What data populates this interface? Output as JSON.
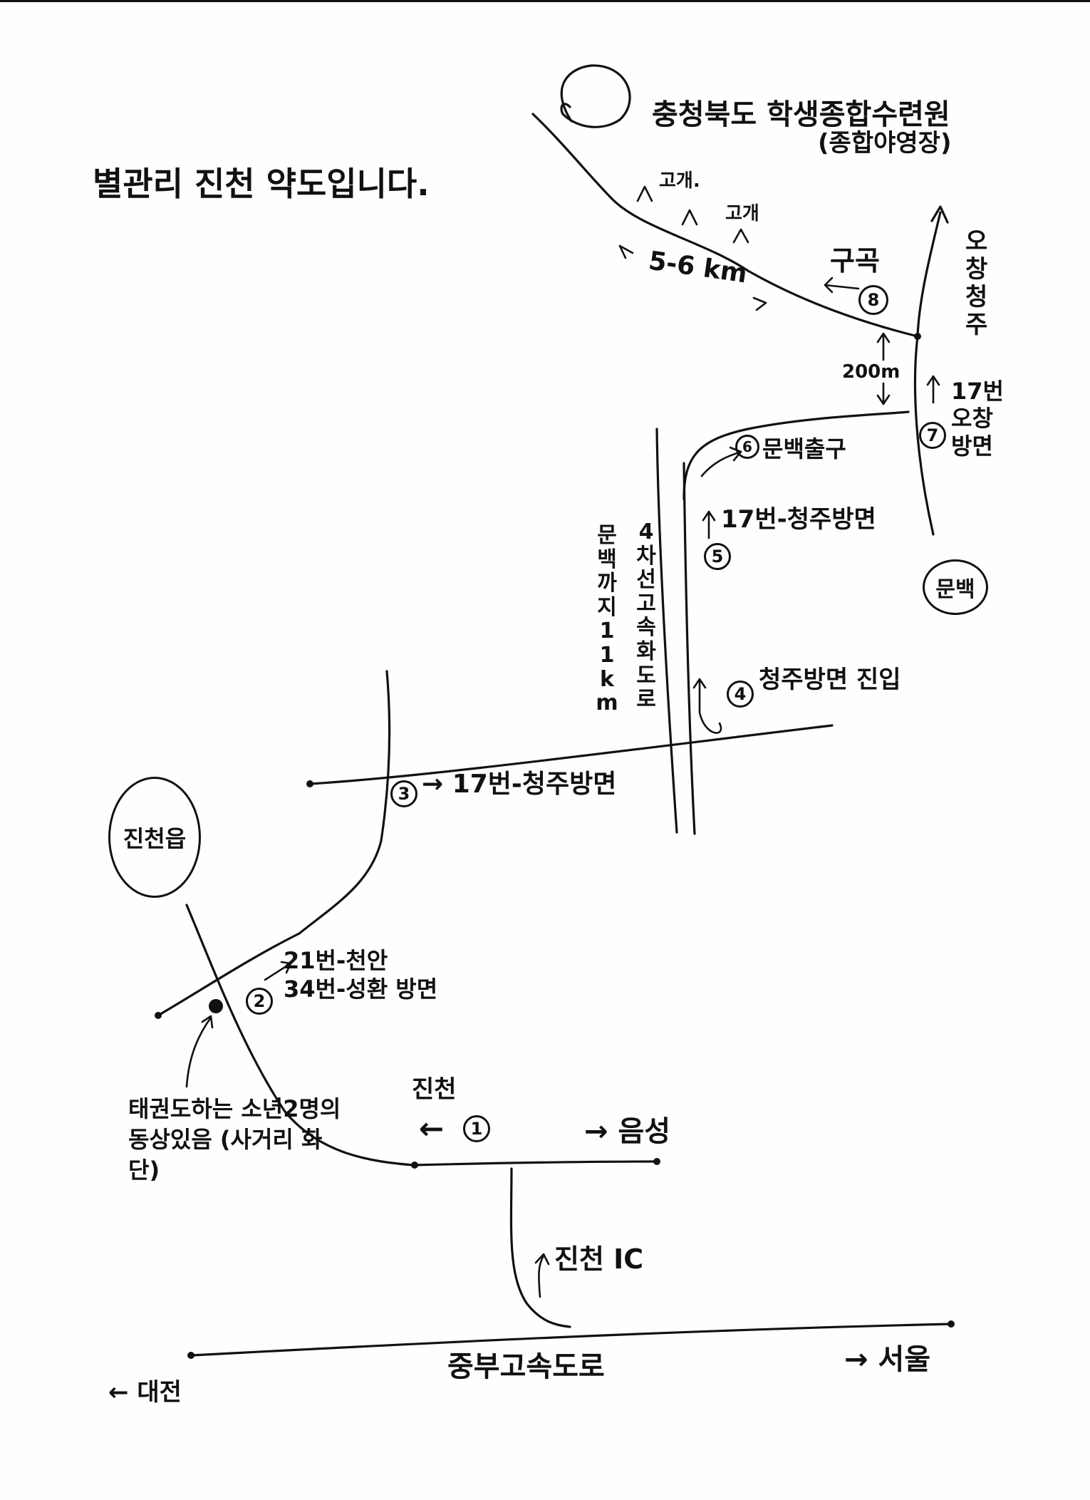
{
  "title": "별관리 진천 약도입니다.",
  "destination": {
    "name": "충청북도 학생종합수련원",
    "sub": "(종합야영장)"
  },
  "places": {
    "jincheon_eup": "진천읍",
    "munbaek": "문백"
  },
  "labels": {
    "pass1": "고개.",
    "pass2": "고개",
    "distance_5_6": "5-6 km",
    "gugok": "구곡",
    "ochang_cheongju": "오창 청주",
    "dist_200m": "200m",
    "route17_ochang": "17번 오창 방면",
    "munbaek_exit": "문백출구",
    "route17_cheongju_5": "17번-청주방면",
    "expressway": "4차선 고속화도로",
    "munbaek_11km": "문백까지 11km",
    "cheongju_enter": "청주방면 진입",
    "route17_cheongju_3": "→ 17번-청주방면",
    "route21": "21번-천안",
    "route34": "34번-성환 방면",
    "landmark": "태권도하는 소년2명의 동상있음 (사거리 화단)",
    "jincheon_dir": "진천",
    "left_arrow": "←",
    "eumseong": "→ 음성",
    "jincheon_ic": "진천 IC",
    "jungbu": "중부고속도로",
    "seoul": "→ 서울",
    "daejeon": "← 대전"
  },
  "markers": [
    "1",
    "2",
    "3",
    "4",
    "5",
    "6",
    "7",
    "8"
  ]
}
